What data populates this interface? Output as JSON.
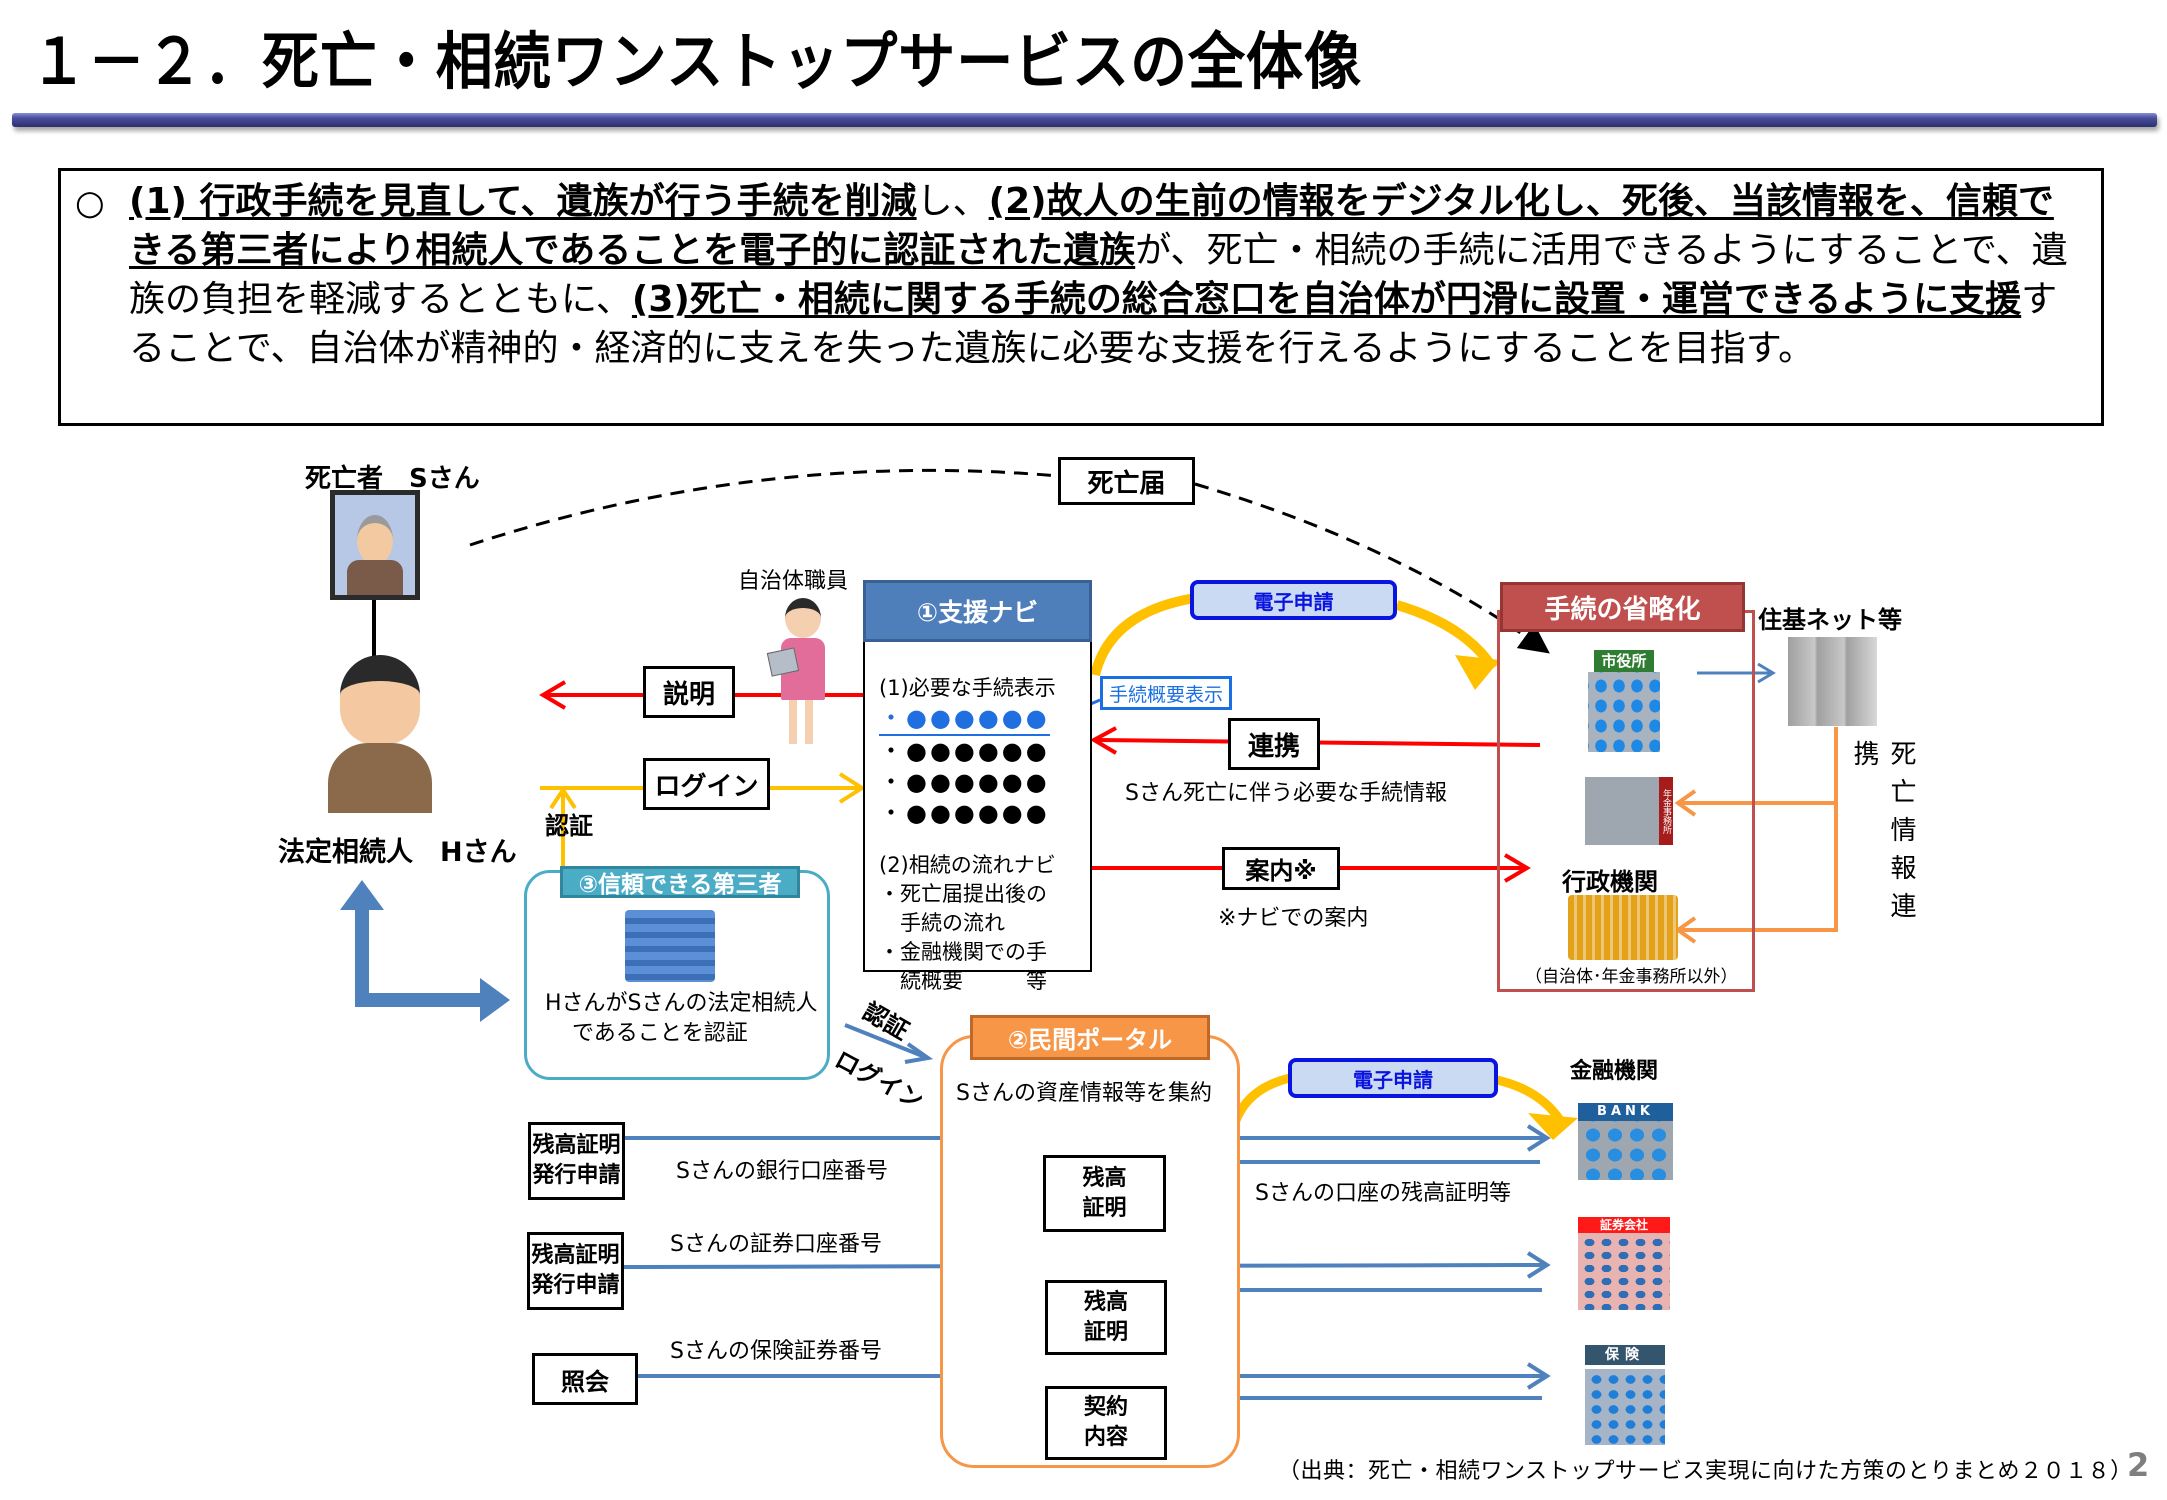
{
  "slide": {
    "title": "１－２．死亡・相続ワンストップサービスの全体像",
    "page_number": "2",
    "source_note": "（出典：死亡・相続ワンストップサービス実現に向けた方策のとりまとめ２０１８）"
  },
  "intro": {
    "bullet": "○",
    "segments": [
      {
        "text": "(1) 行政手続を見直して、遺族が行う手続を削減",
        "emphasis": true
      },
      {
        "text": "し、",
        "emphasis": false
      },
      {
        "text": "(2)故人の生前の情報をデジタル化し、死後、当該情報を、信頼できる第三者により相続人であることを電子的に認証された遺族",
        "emphasis": true
      },
      {
        "text": "が、死亡・相続の手続に活用できるようにすることで、遺族の負担を軽減するとともに、",
        "emphasis": false
      },
      {
        "text": "(3)死亡・相続に関する手続の総合窓口を自治体が円滑に設置・運営できるように支援",
        "emphasis": true
      },
      {
        "text": "することで、自治体が精神的・経済的に支えを失った遺族に必要な支援を行えるようにすることを目指す。",
        "emphasis": false
      }
    ]
  },
  "actors": {
    "deceased_label": "死亡者　Sさん",
    "heir_label": "法定相続人　Hさん",
    "staff_label": "自治体職員"
  },
  "flows": {
    "death_notice": "死亡届",
    "explain": "説明",
    "login": "ログイン",
    "auth": "認証",
    "diag_auth": "認証",
    "diag_login": "ログイン",
    "link": "連携",
    "link_caption": "Sさん死亡に伴う必要な手続情報",
    "guide": "案内※",
    "guide_note": "※ナビでの案内",
    "e_application": "電子申請",
    "e_application_2": "電子申請",
    "summary_chip": "手続概要表示"
  },
  "navi": {
    "header": "①支援ナビ",
    "section1": "(1)必要な手続表示",
    "dot_rows": [
      "・●●●●●●",
      "・●●●●●●",
      "・●●●●●●",
      "・●●●●●●"
    ],
    "section2": "(2)相続の流れナビ",
    "items": [
      "・死亡届提出後の",
      "　手続の流れ",
      "・金融機関での手",
      "　続概要　　　等"
    ]
  },
  "omission": {
    "header": "手続の省略化",
    "city_hall_sign": "市役所",
    "pension_sign": "年金事務所",
    "admin_label": "行政機関",
    "admin_note": "（自治体･年金事務所以外）",
    "juki_label": "住基ネット等",
    "death_info_link": "死亡情報連携"
  },
  "third_party": {
    "header": "③信頼できる第三者",
    "text_line1": "HさんがSさんの法定相続人",
    "text_line2": "であることを認証"
  },
  "portal": {
    "header": "②民間ポータル",
    "caption": "Sさんの資産情報等を集約",
    "inner_boxes": [
      {
        "line1": "残高",
        "line2": "証明"
      },
      {
        "line1": "残高",
        "line2": "証明"
      },
      {
        "line1": "契約",
        "line2": "内容"
      }
    ]
  },
  "requests": [
    {
      "line1": "残高証明",
      "line2": "発行申請",
      "caption": "Sさんの銀行口座番号"
    },
    {
      "line1": "残高証明",
      "line2": "発行申請",
      "caption": "Sさんの証券口座番号"
    },
    {
      "line1": "照会",
      "line2": "",
      "caption": "Sさんの保険証券番号"
    }
  ],
  "financial": {
    "label": "金融機関",
    "bank_sign": "BANK",
    "securities_sign": "証券会社",
    "insurance_sign": "保険",
    "return_caption": "Sさんの口座の残高証明等"
  },
  "colors": {
    "red_flow": "#ff0000",
    "yellow_flow": "#ffc000",
    "blue_flow": "#4f81bd",
    "orange_flow": "#f79646",
    "navi_header": "#4f7fba",
    "omission_header": "#c0504d",
    "third_party_header": "#4bacc6",
    "portal_header": "#f79646",
    "e_application_border": "#0a14e0"
  }
}
